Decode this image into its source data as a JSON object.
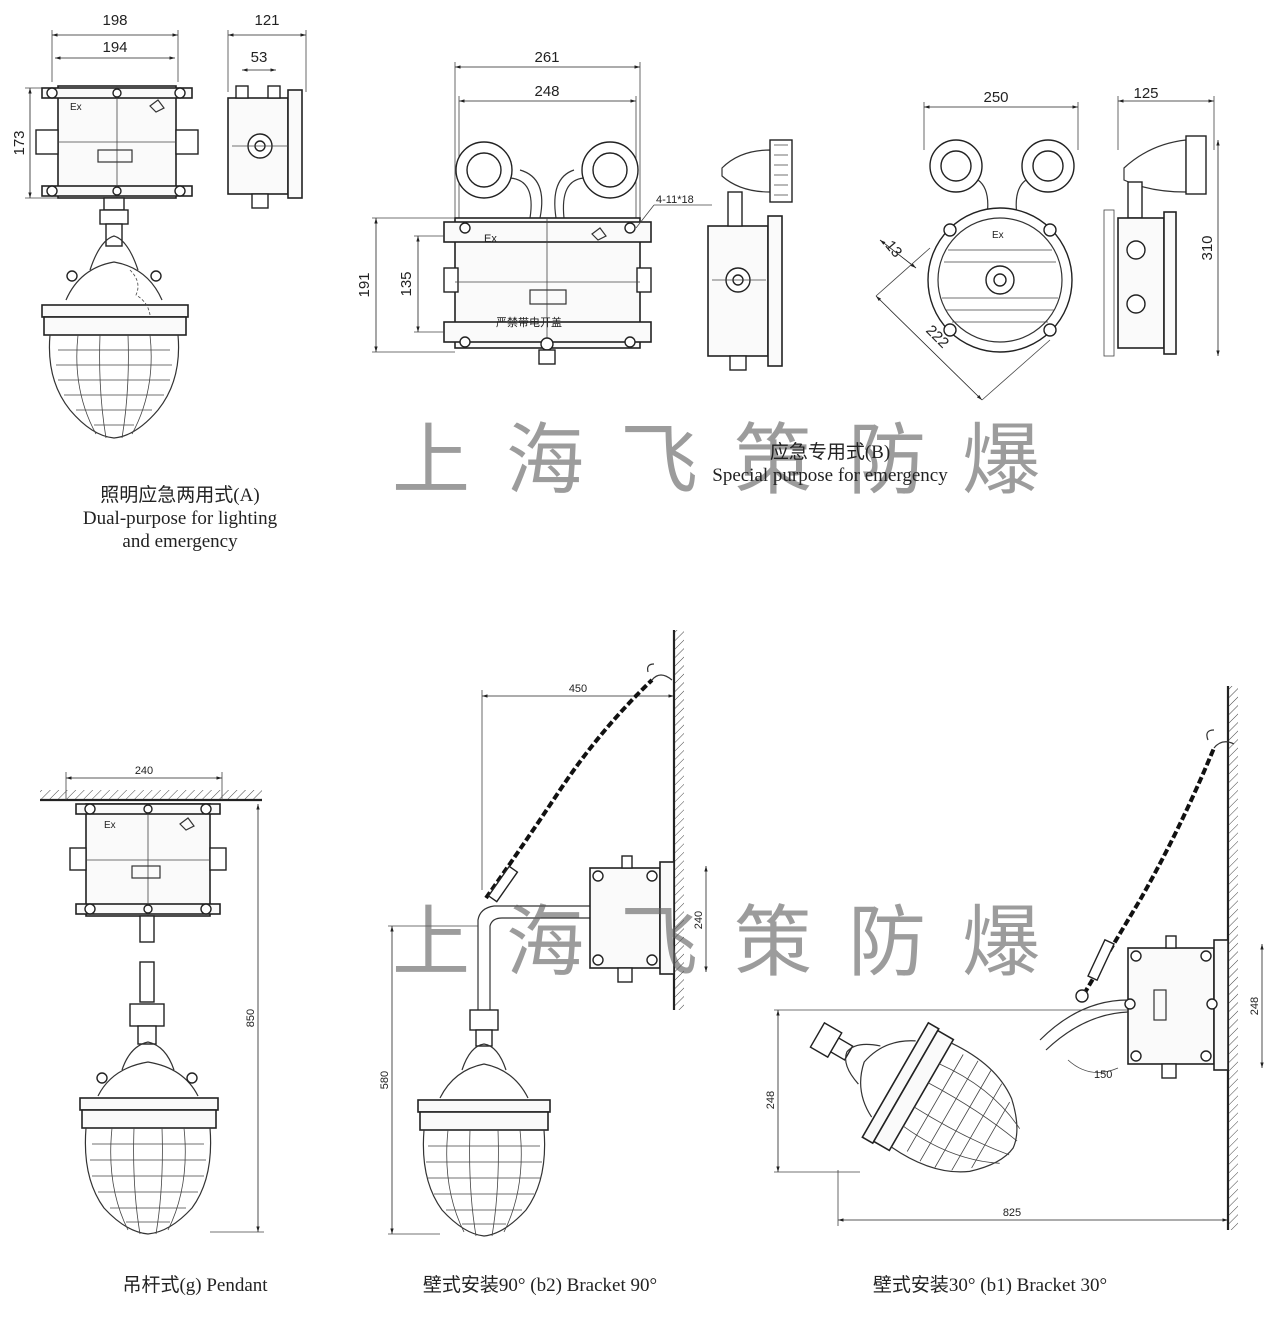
{
  "watermark": "上海飞策防爆",
  "captions": {
    "a_cn": "照明应急两用式(A)",
    "a_en1": "Dual-purpose for lighting",
    "a_en2": "and emergency",
    "b_cn": "应急专用式(B)",
    "b_en": "Special purpose for emergency",
    "g": "吊杆式(g) Pendant",
    "b2": "壁式安装90°  (b2) Bracket 90°",
    "b1": "壁式安装30°  (b1) Bracket 30°"
  },
  "dimensions": {
    "a_w_outer": "198",
    "a_w_inner": "194",
    "a_h": "173",
    "a_side_w": "121",
    "a_side_gap": "53",
    "b_w_outer": "261",
    "b_w_inner": "248",
    "b_h_outer": "191",
    "b_h_inner": "135",
    "b_holes": "4-11*18",
    "b_round_w": "250",
    "b_side_w": "125",
    "b_side_h": "310",
    "b_diag": "222",
    "b_small": "13",
    "g_w": "240",
    "g_h": "850",
    "b2_reach": "450",
    "b2_box": "240",
    "b2_h": "580",
    "b1_box": "248",
    "b1_h": "248",
    "b1_reach": "825",
    "b1_angle": "150"
  },
  "labels": {
    "ex": "Ex",
    "warning_cn": "严禁带电开盖"
  }
}
